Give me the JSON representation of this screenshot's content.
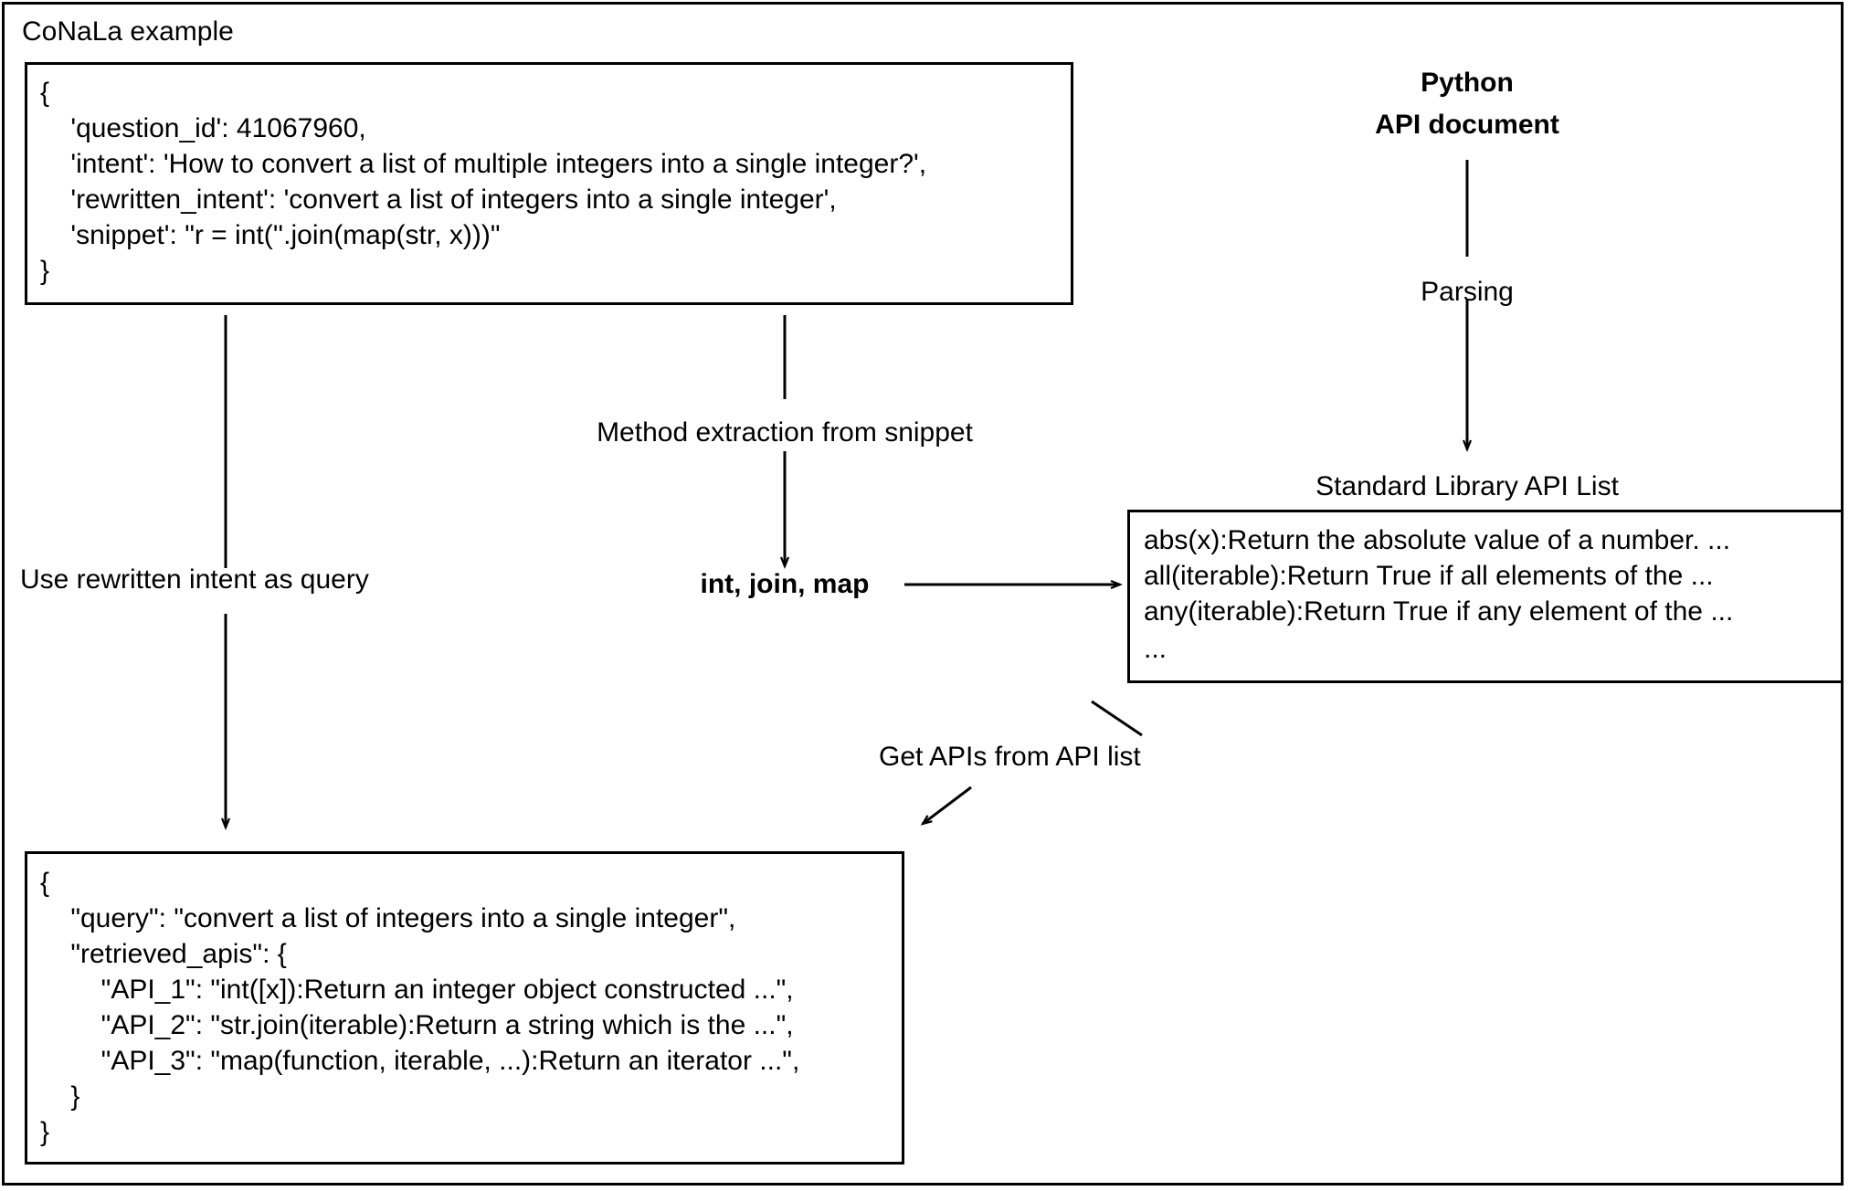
{
  "figure": {
    "caption_top_left": "CoNaLa example"
  },
  "conala_box": {
    "lines": [
      "{",
      "    'question_id': 41067960,",
      "    'intent': 'How to convert a list of multiple integers into a single integer?',",
      "    'rewritten_intent': 'convert a list of integers into a single integer',",
      "    'snippet': \"r = int(''.join(map(str, x)))\"",
      "}"
    ]
  },
  "python_doc": {
    "title_line1": "Python",
    "title_line2": "API document"
  },
  "edges": {
    "parsing": "Parsing",
    "method_extraction": "Method extraction from snippet",
    "use_rewritten_intent": "Use rewritten intent as query",
    "get_apis": "Get APIs from API list"
  },
  "extracted_methods": {
    "text": "int, join, map"
  },
  "api_list": {
    "title": "Standard Library API List",
    "entries": [
      "abs(x):Return the absolute value of a number. ...",
      "all(iterable):Return True if all elements of the ...",
      "any(iterable):Return True if any element of the ...",
      "..."
    ]
  },
  "result_box": {
    "lines": [
      "{",
      "    \"query\": \"convert a list of integers into a single integer\",",
      "    \"retrieved_apis\": {",
      "        \"API_1\": \"int([x]):Return an integer object constructed ...\",",
      "        \"API_2\": \"str.join(iterable):Return a string which is the ...\",",
      "        \"API_3\": \"map(function, iterable, ...):Return an iterator ...\",",
      "    }",
      "}"
    ]
  },
  "colors": {
    "stroke": "#000000",
    "background": "#ffffff",
    "text": "#000000"
  }
}
